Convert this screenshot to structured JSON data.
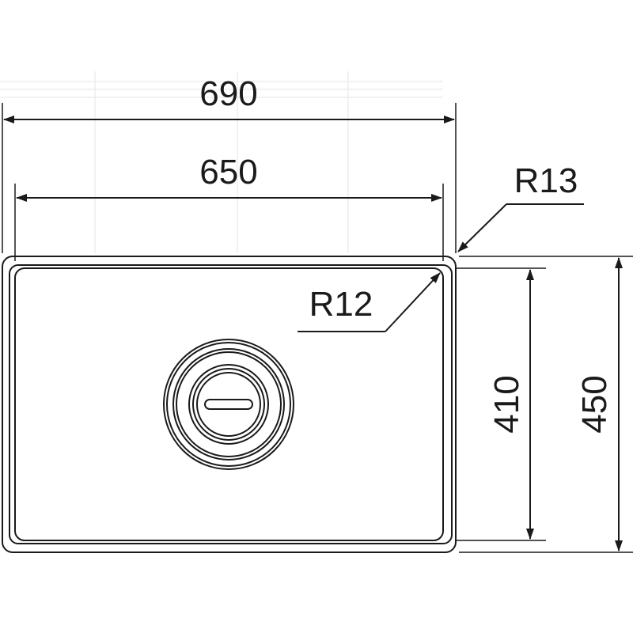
{
  "drawing": {
    "dimensions": {
      "outer_width": "690",
      "inner_width": "650",
      "inner_height": "410",
      "outer_height": "450",
      "outer_radius": "R13",
      "inner_radius": "R12"
    }
  }
}
